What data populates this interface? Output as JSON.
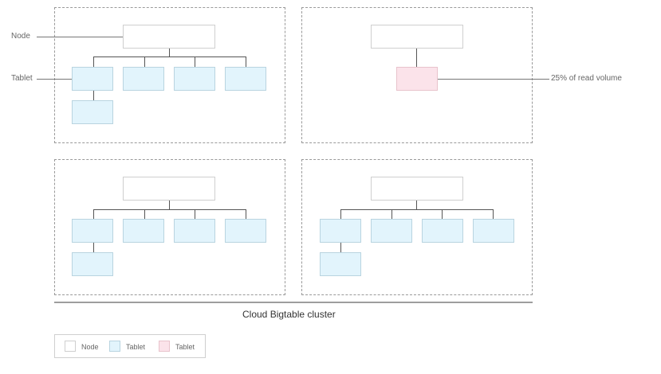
{
  "callouts": {
    "node": "Node",
    "tablet": "Tablet",
    "read_volume": "25% of read volume"
  },
  "cluster": {
    "label": "Cloud Bigtable cluster"
  },
  "legend": {
    "items": [
      {
        "label": "Node",
        "kind": "node"
      },
      {
        "label": "Tablet",
        "kind": "tablet"
      },
      {
        "label": "Tablet",
        "kind": "hot-tablet"
      }
    ]
  },
  "colors": {
    "node_fill": "#ffffff",
    "tablet_fill": "#e2f4fc",
    "hot_tablet_fill": "#fbe3ea",
    "panel_border": "#9a9a9a"
  }
}
